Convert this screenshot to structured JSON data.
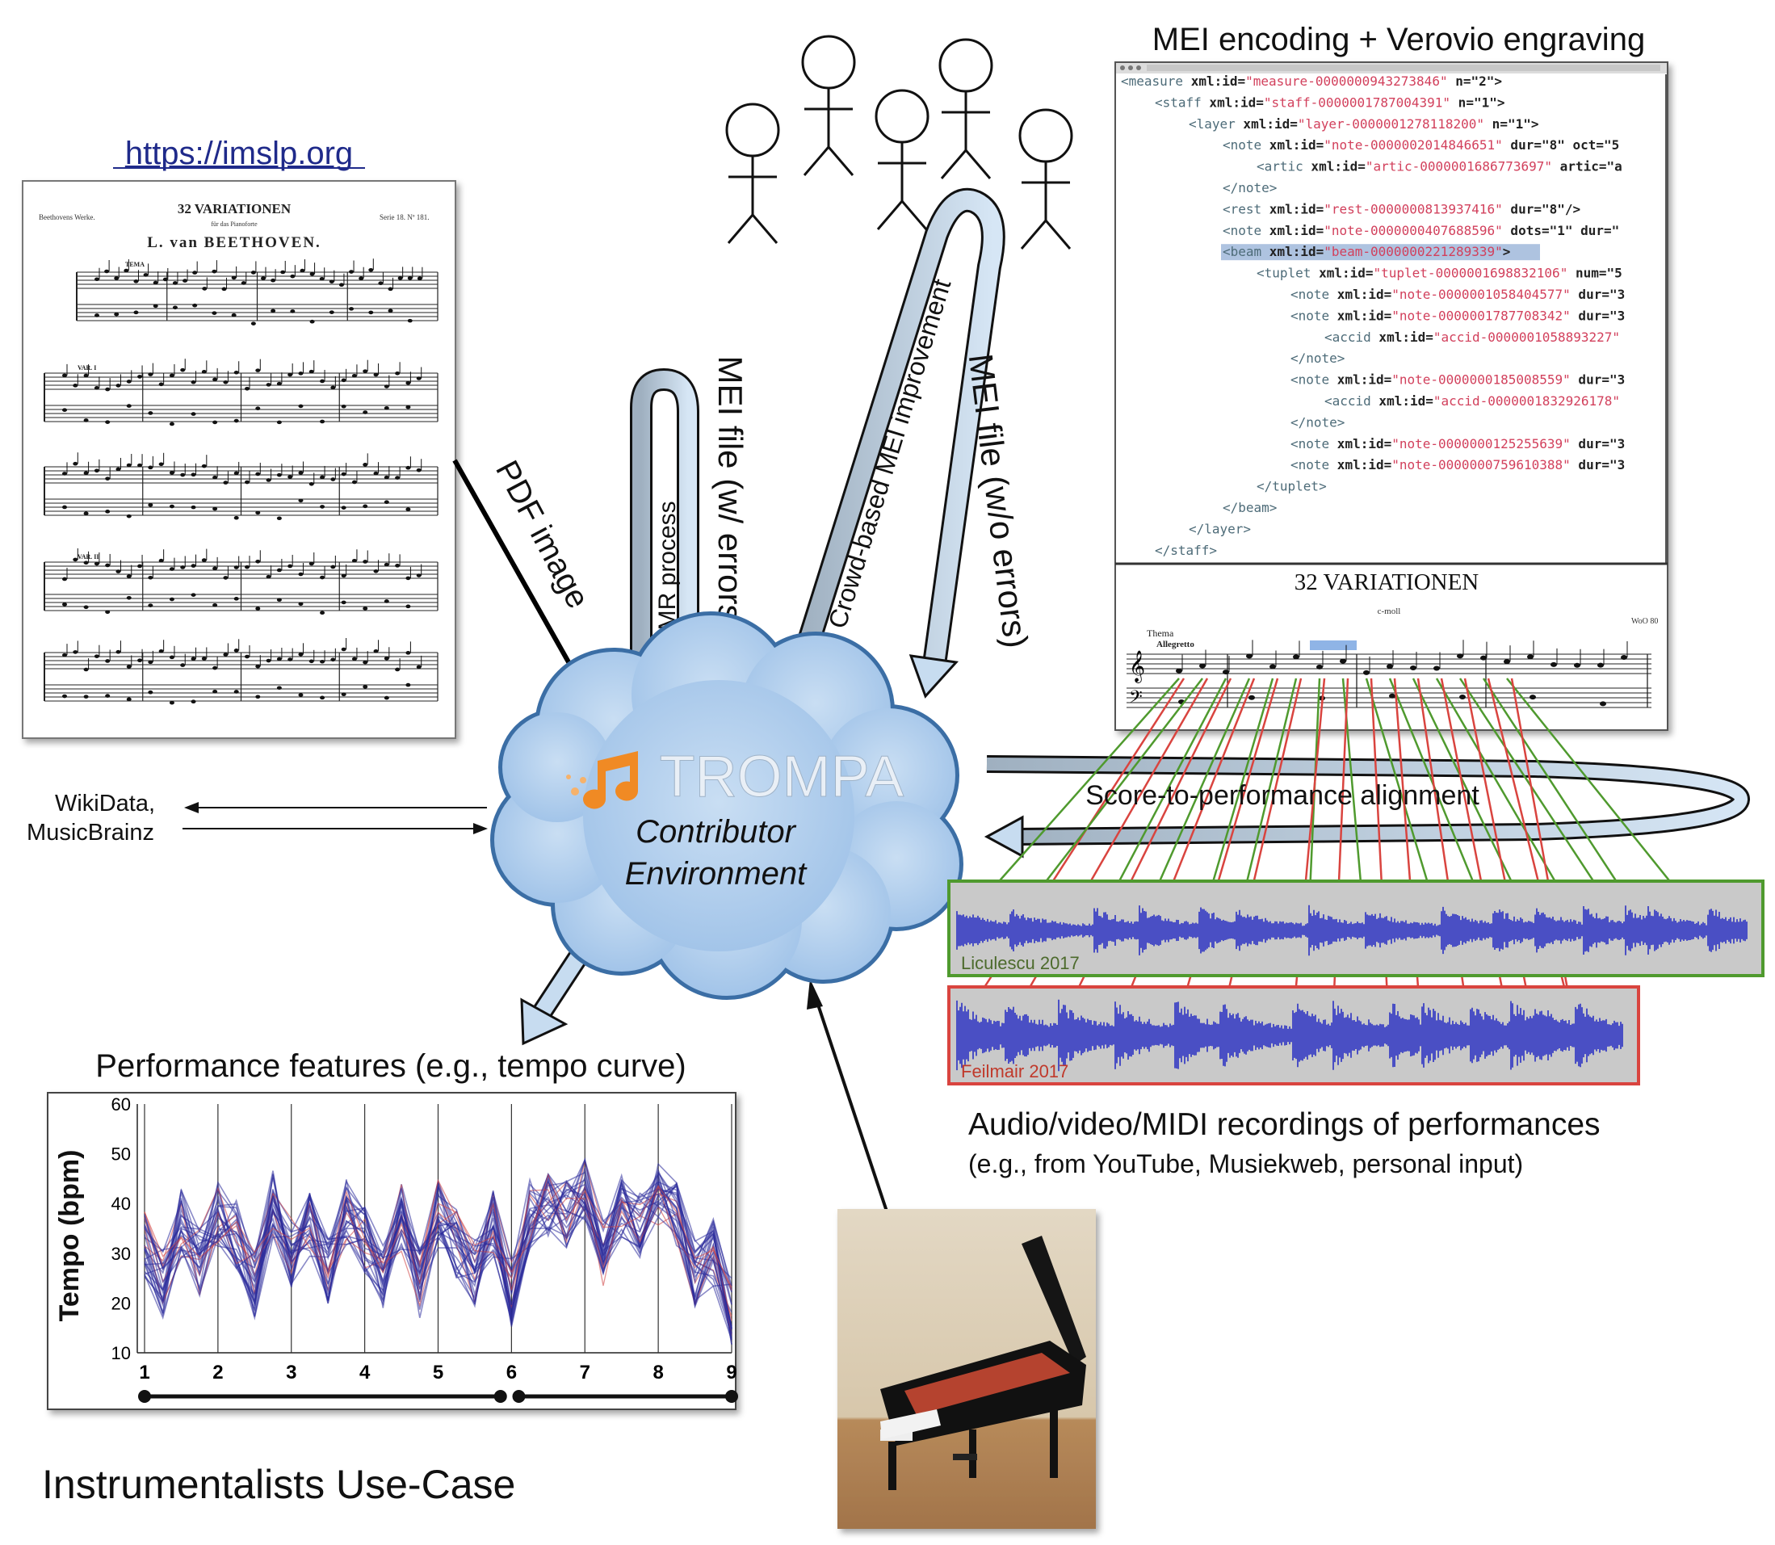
{
  "imslp": {
    "link": "https://imslp.org",
    "sheet": {
      "header_left": "Beethovens Werke.",
      "header_right": "Serie 18. Nº 181.",
      "title": "32 VARIATIONEN",
      "subtitle": "für das Pianoforte",
      "composer": "L. van BEETHOVEN.",
      "section_labels": [
        "TEMA",
        "VAR. I",
        "VAR. II"
      ]
    }
  },
  "arrows": {
    "pdf_image": "PDF image",
    "omr_process": "OMR process",
    "mei_with_errors": "MEI file (w/ errors)",
    "crowd_improvement": "Crowd-based MEI improvement",
    "mei_without_errors": "MEI file (w/o errors)",
    "alignment": "Score-to-performance alignment"
  },
  "mei": {
    "title": "MEI encoding + Verovio engraving",
    "xml_lines": [
      {
        "indent": 0,
        "tag": "<measure",
        "attr": " xml:id=",
        "val": "\"measure-0000000943273846\"",
        "rest": " n=\"2\">"
      },
      {
        "indent": 1,
        "tag": "<staff",
        "attr": " xml:id=",
        "val": "\"staff-0000001787004391\"",
        "rest": " n=\"1\">"
      },
      {
        "indent": 2,
        "tag": "<layer",
        "attr": " xml:id=",
        "val": "\"layer-0000001278118200\"",
        "rest": " n=\"1\">"
      },
      {
        "indent": 3,
        "tag": "<note",
        "attr": " xml:id=",
        "val": "\"note-0000002014846651\"",
        "rest": " dur=\"8\" oct=\"5"
      },
      {
        "indent": 4,
        "tag": "<artic",
        "attr": " xml:id=",
        "val": "\"artic-0000001686773697\"",
        "rest": " artic=\"a"
      },
      {
        "indent": 3,
        "tag": "</note>",
        "attr": "",
        "val": "",
        "rest": ""
      },
      {
        "indent": 3,
        "tag": "<rest",
        "attr": " xml:id=",
        "val": "\"rest-0000000813937416\"",
        "rest": " dur=\"8\"/>"
      },
      {
        "indent": 3,
        "tag": "<note",
        "attr": " xml:id=",
        "val": "\"note-0000000407688596\"",
        "rest": " dots=\"1\" dur=\""
      },
      {
        "indent": 3,
        "tag": "<beam",
        "attr": " xml:id=",
        "val": "\"beam-0000000221289339\"",
        "rest": ">",
        "highlight": true
      },
      {
        "indent": 4,
        "tag": "<tuplet",
        "attr": " xml:id=",
        "val": "\"tuplet-0000001698832106\"",
        "rest": " num=\"5"
      },
      {
        "indent": 5,
        "tag": "<note",
        "attr": " xml:id=",
        "val": "\"note-0000001058404577\"",
        "rest": " dur=\"3"
      },
      {
        "indent": 5,
        "tag": "<note",
        "attr": " xml:id=",
        "val": "\"note-0000001787708342\"",
        "rest": " dur=\"3"
      },
      {
        "indent": 6,
        "tag": "<accid",
        "attr": " xml:id=",
        "val": "\"accid-0000001058893227\"",
        "rest": ""
      },
      {
        "indent": 5,
        "tag": "</note>",
        "attr": "",
        "val": "",
        "rest": ""
      },
      {
        "indent": 5,
        "tag": "<note",
        "attr": " xml:id=",
        "val": "\"note-0000000185008559\"",
        "rest": " dur=\"3"
      },
      {
        "indent": 6,
        "tag": "<accid",
        "attr": " xml:id=",
        "val": "\"accid-0000001832926178\"",
        "rest": ""
      },
      {
        "indent": 5,
        "tag": "</note>",
        "attr": "",
        "val": "",
        "rest": ""
      },
      {
        "indent": 5,
        "tag": "<note",
        "attr": " xml:id=",
        "val": "\"note-0000000125255639\"",
        "rest": " dur=\"3"
      },
      {
        "indent": 5,
        "tag": "<note",
        "attr": " xml:id=",
        "val": "\"note-0000000759610388\"",
        "rest": " dur=\"3"
      },
      {
        "indent": 4,
        "tag": "</tuplet>",
        "attr": "",
        "val": "",
        "rest": ""
      },
      {
        "indent": 3,
        "tag": "</beam>",
        "attr": "",
        "val": "",
        "rest": ""
      },
      {
        "indent": 2,
        "tag": "</layer>",
        "attr": "",
        "val": "",
        "rest": ""
      },
      {
        "indent": 1,
        "tag": "</staff>",
        "attr": "",
        "val": "",
        "rest": ""
      }
    ],
    "engraving": {
      "title": "32 VARIATIONEN",
      "key": "c-moll",
      "catalog": "WoO 80",
      "tempo_label": "Thema",
      "tempo": "Allegretto"
    }
  },
  "cloud": {
    "logo": "TROMPA",
    "line1": "Contributor",
    "line2": "Environment"
  },
  "external": {
    "line1": "WikiData,",
    "line2": "MusicBrainz"
  },
  "recordings": {
    "tracks": [
      {
        "label": "Liculescu 2017",
        "color": "#4f9a2e"
      },
      {
        "label": "Feilmair 2017",
        "color": "#d9443f"
      }
    ],
    "caption": "Audio/video/MIDI recordings of performances",
    "subcaption": "(e.g., from YouTube, Musiekweb, personal input)"
  },
  "performance": {
    "title": "Performance features (e.g., tempo curve)"
  },
  "footer": {
    "use_case": "Instrumentalists Use-Case"
  },
  "colors": {
    "cloud": "#b3d0ee",
    "cloud_stroke": "#3b6ea5",
    "arrow_fill": "#c7dcf0",
    "logo_orange": "#f08a24",
    "xml_value": "#d2405c",
    "xml_tag": "#4d6b78",
    "tempo_blue": "#2a2a9a",
    "tempo_red": "#d04848"
  },
  "chart_data": {
    "type": "line",
    "title": "Performance features (e.g., tempo curve)",
    "xlabel": "",
    "ylabel": "Tempo (bpm)",
    "xlim": [
      1,
      9
    ],
    "ylim": [
      10,
      60
    ],
    "xticks": [
      "1",
      "2",
      "3",
      "4",
      "5",
      "6",
      "7",
      "8",
      "9"
    ],
    "yticks": [
      "10",
      "20",
      "30",
      "40",
      "50",
      "60"
    ],
    "grid": "vertical",
    "x": [
      1,
      1.25,
      1.5,
      1.75,
      2,
      2.25,
      2.5,
      2.75,
      3,
      3.25,
      3.5,
      3.75,
      4,
      4.25,
      4.5,
      4.75,
      5,
      5.25,
      5.5,
      5.75,
      6,
      6.25,
      6.5,
      6.75,
      7,
      7.25,
      7.5,
      7.75,
      8,
      8.25,
      8.5,
      8.75,
      9
    ],
    "mean_tempo": [
      32,
      24,
      36,
      28,
      38,
      34,
      24,
      40,
      30,
      36,
      26,
      38,
      33,
      26,
      37,
      24,
      38,
      32,
      26,
      36,
      22,
      38,
      40,
      38,
      42,
      30,
      40,
      36,
      42,
      38,
      26,
      30,
      18
    ],
    "series_count": 30,
    "sections": [
      [
        1,
        5.85
      ],
      [
        6.1,
        9
      ]
    ]
  }
}
